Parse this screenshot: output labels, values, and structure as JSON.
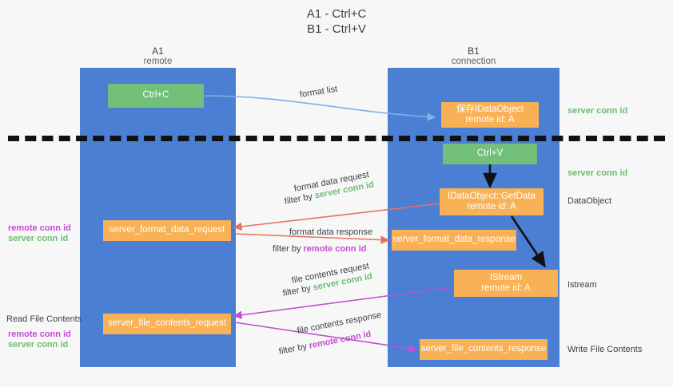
{
  "title": {
    "line1": "A1 - Ctrl+C",
    "line2": "B1 - Ctrl+V"
  },
  "lanes": [
    {
      "name": "A1",
      "sub": "remote"
    },
    {
      "name": "B1",
      "sub": "connection"
    }
  ],
  "nodes": {
    "ctrl_c": "Ctrl+C",
    "ctrl_v": "Ctrl+V",
    "idataobject_top_l1": "保存IDataObject",
    "idataobject_top_l2": "remote id: A",
    "getdata_l1": "IDataObject::GetData",
    "getdata_l2": "remote id: A",
    "istream_l1": "IStream",
    "istream_l2": "remote id: A",
    "server_format_data_request": "server_format_data_request",
    "server_format_data_response": "server_format_data_response",
    "server_file_contents_request": "server_file_contents_request",
    "server_file_contents_response": "server_file_contents_response"
  },
  "edges": {
    "format_list": "format list",
    "format_data_request": "format data request",
    "format_data_request_filter_prefix": "filter by ",
    "format_data_request_filter_key": "server conn id",
    "format_data_response": "format data response",
    "format_data_response_filter_prefix": "filter by ",
    "format_data_response_filter_key": "remote conn id",
    "file_contents_request": "file contents request",
    "file_contents_request_filter_prefix": "filter by ",
    "file_contents_request_filter_key": "server conn id",
    "file_contents_response": "file contents response",
    "file_contents_response_filter_prefix": "filter by ",
    "file_contents_response_filter_key": "remote conn id"
  },
  "annotations": {
    "server_conn_id_top": "server conn id",
    "server_conn_id_mid": "server conn id",
    "dataobject": "DataObject",
    "istream": "Istream",
    "write_file_contents": "Write File Contents",
    "read_file_contents": "Read File Contents",
    "left_remote_conn_id_1": "remote conn id",
    "left_server_conn_id_1": "server conn id",
    "left_remote_conn_id_2": "remote conn id",
    "left_server_conn_id_2": "server conn id"
  },
  "colors": {
    "lane": "#4a7fd4",
    "green_node": "#72c07a",
    "orange_node": "#f9b155",
    "green_text": "#6dbb70",
    "purple_text": "#c24fd0",
    "red_arrow": "#e8705f",
    "magenta_arrow": "#c24fd0",
    "blue_arrow": "#7ab3e8",
    "black_arrow": "#111111",
    "background": "#f7f7f7"
  }
}
